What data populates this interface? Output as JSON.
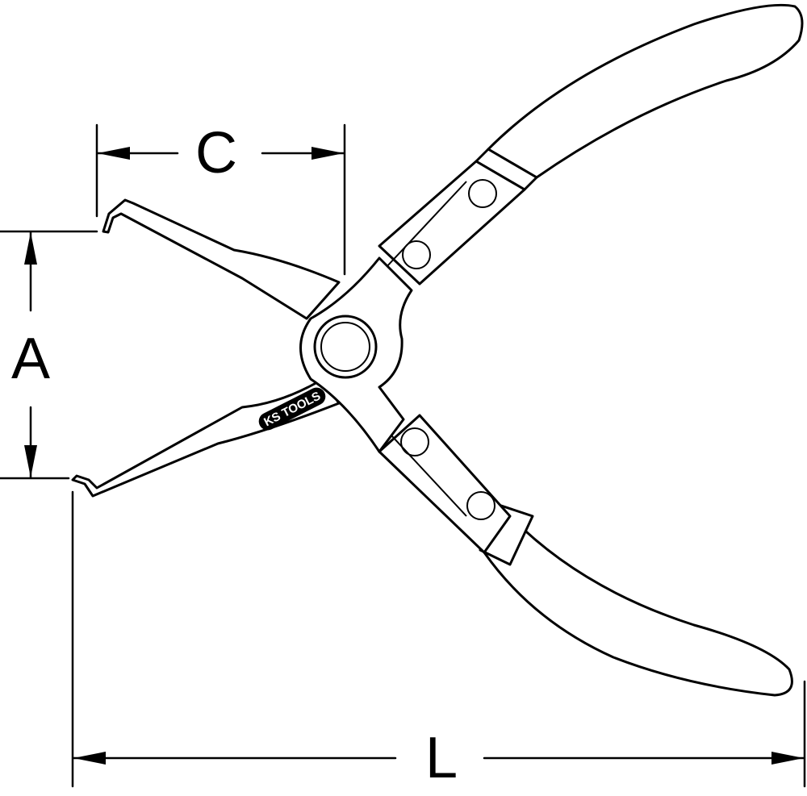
{
  "dimensions": {
    "width_label": "C",
    "height_label": "A",
    "length_label": "L"
  },
  "logo": {
    "text": "KS TOOLS"
  },
  "colors": {
    "line": "#000000",
    "background": "#ffffff"
  }
}
